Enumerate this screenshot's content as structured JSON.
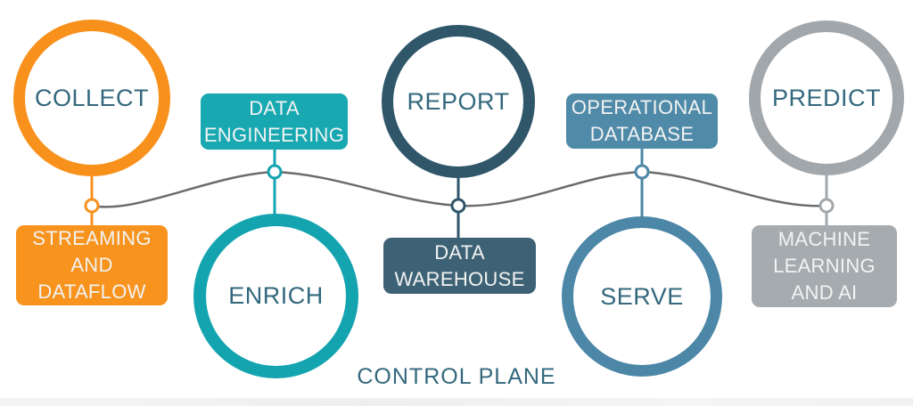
{
  "title": "CONTROL PLANE",
  "palette": {
    "background": "#FFFFFF",
    "circle_text": "#33687D",
    "box_text": "#F2F3F2",
    "wave_line": "#6C6C6C"
  },
  "stages": [
    {
      "id": "collect",
      "circle_label": "COLLECT",
      "box_label": "STREAMING\nAND\nDATAFLOW",
      "circle_color": "#F8911C",
      "box_color": "#F8931E",
      "circle_position": "top"
    },
    {
      "id": "enrich",
      "circle_label": "ENRICH",
      "box_label": "DATA\nENGINEERING",
      "circle_color": "#14A4B0",
      "box_color": "#17A8B2",
      "circle_position": "bottom"
    },
    {
      "id": "report",
      "circle_label": "REPORT",
      "box_label": "DATA\nWAREHOUSE",
      "circle_color": "#30566A",
      "box_color": "#3E6275",
      "circle_position": "top"
    },
    {
      "id": "serve",
      "circle_label": "SERVE",
      "box_label": "OPERATIONAL\nDATABASE",
      "circle_color": "#4C87A7",
      "box_color": "#4F8AA9",
      "circle_position": "bottom"
    },
    {
      "id": "predict",
      "circle_label": "PREDICT",
      "box_label": "MACHINE\nLEARNING\nAND AI",
      "circle_color": "#A2A7AB",
      "box_color": "#A6ABAF",
      "circle_position": "top"
    }
  ]
}
